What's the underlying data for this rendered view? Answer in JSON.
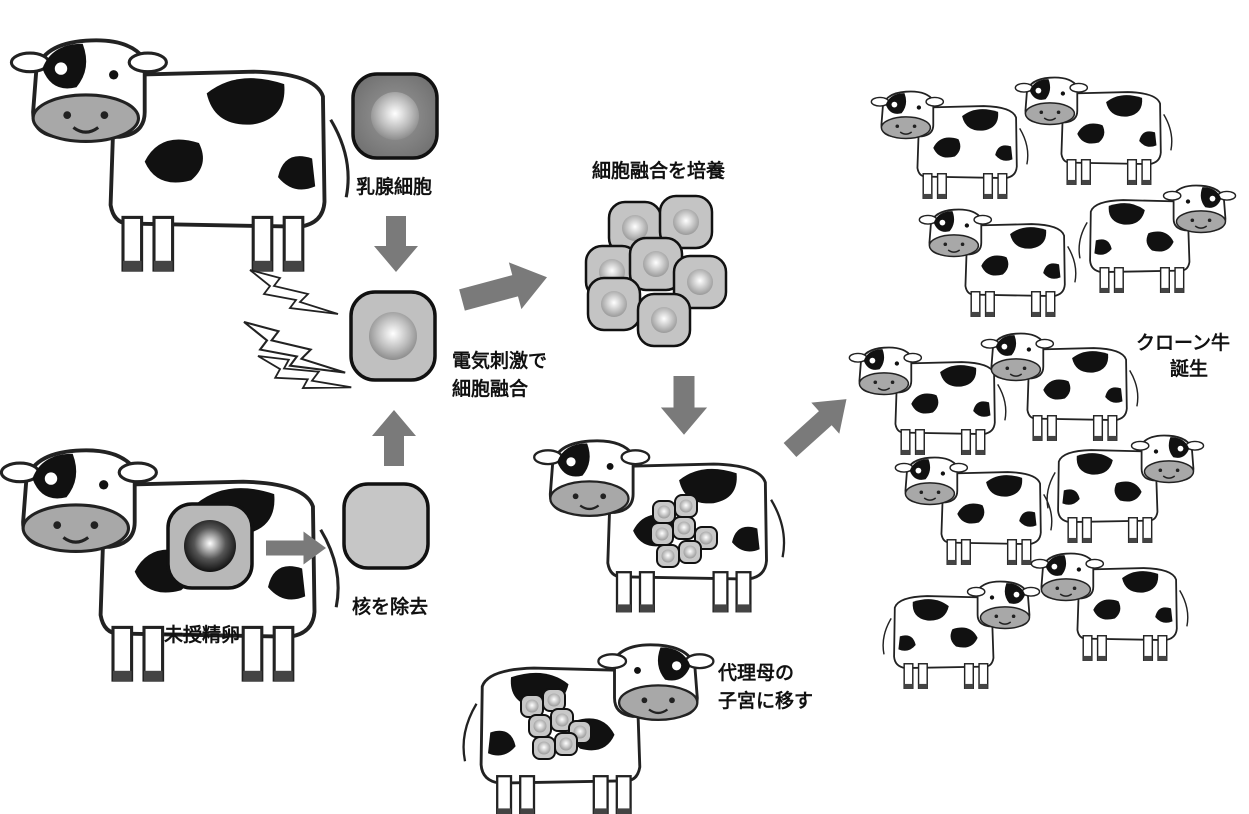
{
  "labels": {
    "mammary_cell": "乳腺細胞",
    "electric_fusion_line1": "電気刺激で",
    "electric_fusion_line2": "細胞融合",
    "unfertilized_egg": "未授精卵",
    "remove_nucleus": "核を除去",
    "culture_fused_cells": "細胞融合を培養",
    "surrogate_line1": "代理母の",
    "surrogate_line2": "子宮に移す",
    "clone_line1": "クローン牛",
    "clone_line2": "誕生"
  },
  "colors": {
    "ink": "#1a1a1a",
    "arrow": "#7a7a7a",
    "cow_nose": "#a8a8a8",
    "cell_fill": "#c8c8c8",
    "background": "#ffffff"
  }
}
